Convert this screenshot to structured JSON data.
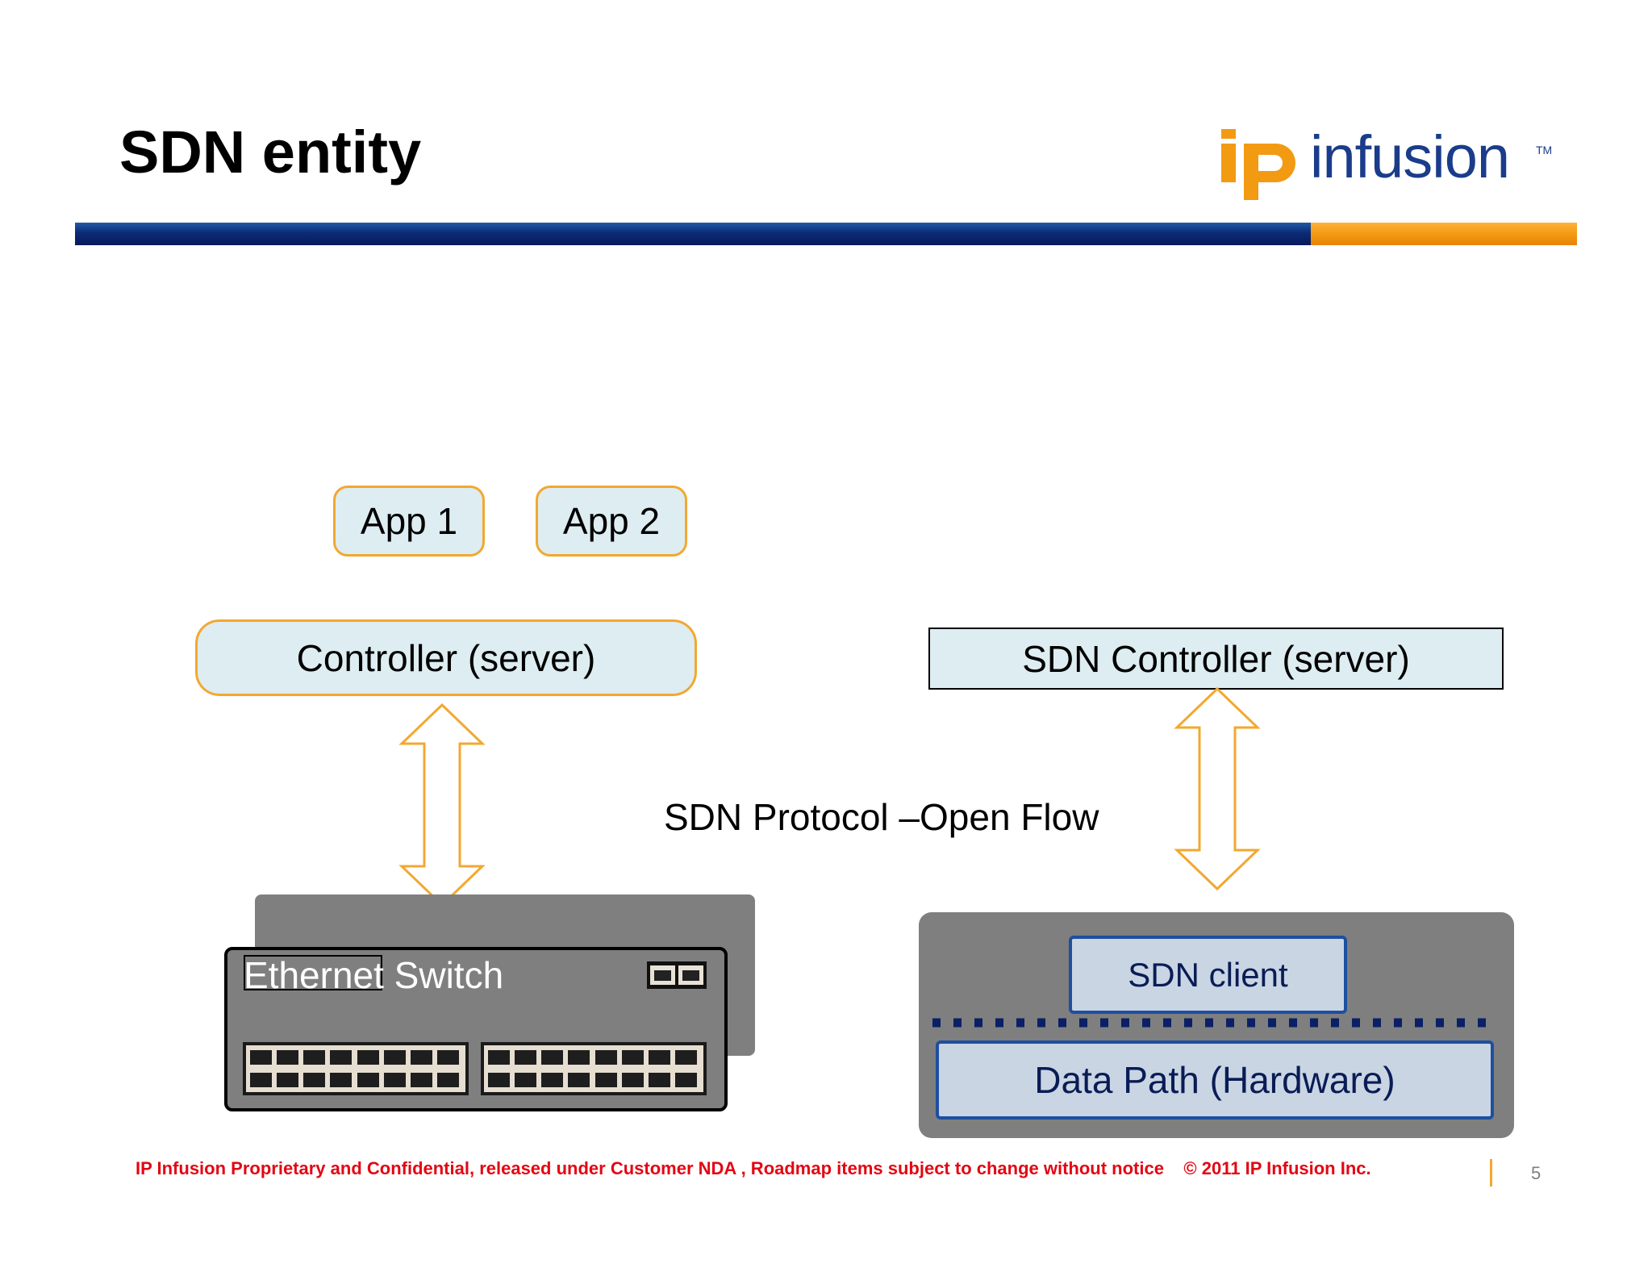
{
  "title": "SDN entity",
  "logo": {
    "ip": "ip",
    "text": "infusion",
    "tm": "TM"
  },
  "colors": {
    "brand_blue": "#0b2b75",
    "brand_orange": "#f39a13",
    "box_fill": "#ddedf2",
    "box_border": "#f2a830",
    "device_gray": "#7f7f7f",
    "footer_red": "#e30613"
  },
  "diagram": {
    "app1": "App 1",
    "app2": "App 2",
    "controller": "Controller (server)",
    "sdn_controller": "SDN  Controller (server)",
    "protocol": "SDN Protocol –Open Flow",
    "switch_label": "Ethernet Switch",
    "sdn_client": "SDN client",
    "data_path": "Data Path (Hardware)"
  },
  "footer": {
    "text": "IP Infusion Proprietary and Confidential, released under Customer NDA , Roadmap items subject to change without notice    © 2011 IP Infusion Inc.",
    "page": "5"
  }
}
